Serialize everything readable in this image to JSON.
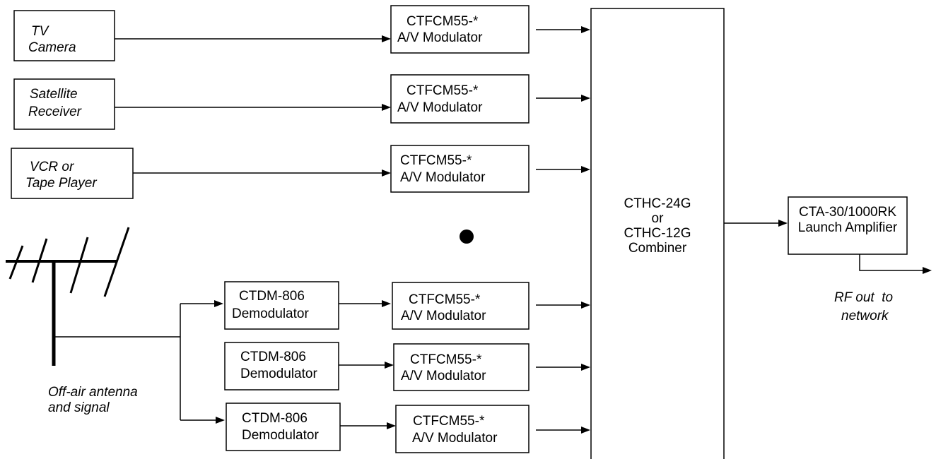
{
  "diagram": {
    "sources": [
      {
        "line1": "TV",
        "line2": "Camera"
      },
      {
        "line1": "Satellite",
        "line2": "Receiver"
      },
      {
        "line1": "VCR or",
        "line2": "Tape Player"
      }
    ],
    "modulators": [
      {
        "model": "CTFCM55-*",
        "type": "A/V Modulator"
      },
      {
        "model": "CTFCM55-*",
        "type": "A/V Modulator"
      },
      {
        "model": "CTFCM55-*",
        "type": "A/V Modulator"
      },
      {
        "model": "CTFCM55-*",
        "type": "A/V Modulator"
      },
      {
        "model": "CTFCM55-*",
        "type": "A/V Modulator"
      },
      {
        "model": "CTFCM55-*",
        "type": "A/V Modulator"
      }
    ],
    "demodulators": [
      {
        "model": "CTDM-806",
        "type": "Demodulator"
      },
      {
        "model": "CTDM-806",
        "type": "Demodulator"
      },
      {
        "model": "CTDM-806",
        "type": "Demodulator"
      }
    ],
    "combiner": {
      "line1": "CTHC-24G",
      "line2": "or",
      "line3": "CTHC-12G",
      "line4": "Combiner"
    },
    "amplifier": {
      "line1": "CTA-30/1000RK",
      "line2": "Launch Amplifier"
    },
    "output_label": {
      "line1": "RF out  to",
      "line2": "network"
    },
    "antenna_label": {
      "line1": "Off-air antenna",
      "line2": "and signal"
    }
  },
  "colors": {
    "stroke": "#000000",
    "background": "#ffffff"
  }
}
